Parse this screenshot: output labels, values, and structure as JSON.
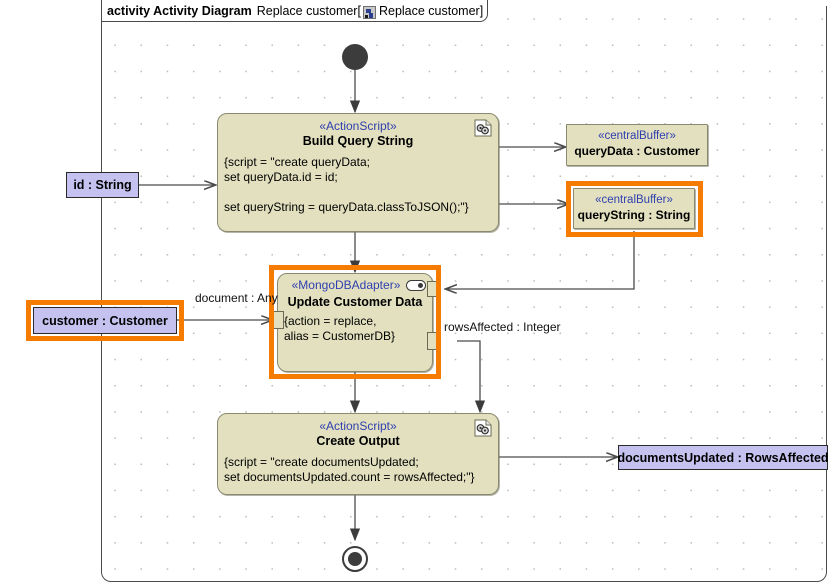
{
  "frame": {
    "keyword": "activity Activity Diagram",
    "name": "Replace customer",
    "bracket_open": "[",
    "icon": "activity-diagram-icon",
    "inner_name": "Replace customer",
    "bracket_close": "]"
  },
  "colors": {
    "node_fill": "#e2e0bf",
    "node_border": "#8a8a70",
    "param_fill": "#c6c2f0",
    "stereotype_text": "#2f3fb0",
    "highlight": "#f57c00",
    "edge": "#4a4a4a"
  },
  "nodes": {
    "initial": {
      "name": "initial-node"
    },
    "final": {
      "name": "activity-final-node"
    },
    "build_query": {
      "stereotype": "«ActionScript»",
      "name": "Build Query String",
      "body": "{script = \"create queryData;\nset queryData.id = id;\n\nset queryString = queryData.classToJSON();\"}",
      "icon": "script-icon"
    },
    "update_customer": {
      "stereotype": "«MongoDBAdapter»",
      "name": "Update Customer Data",
      "body": "{action = replace,\nalias = CustomerDB}",
      "icon": "adapter-port-icon",
      "highlighted": true
    },
    "create_output": {
      "stereotype": "«ActionScript»",
      "name": "Create Output",
      "body": "{script = \"create documentsUpdated;\nset documentsUpdated.count = rowsAffected;\"}",
      "icon": "script-icon"
    }
  },
  "buffers": [
    {
      "stereotype": "«centralBuffer»",
      "name": "queryData : Customer",
      "highlighted": false
    },
    {
      "stereotype": "«centralBuffer»",
      "name": "queryString : String",
      "highlighted": true
    }
  ],
  "parameters": [
    {
      "label": "id : String",
      "highlighted": false
    },
    {
      "label": "customer : Customer",
      "highlighted": true
    },
    {
      "label": "documentsUpdated : RowsAffected",
      "highlighted": false
    }
  ],
  "edge_labels": [
    {
      "text": "document : Any"
    },
    {
      "text": "rowsAffected : Integer"
    }
  ]
}
